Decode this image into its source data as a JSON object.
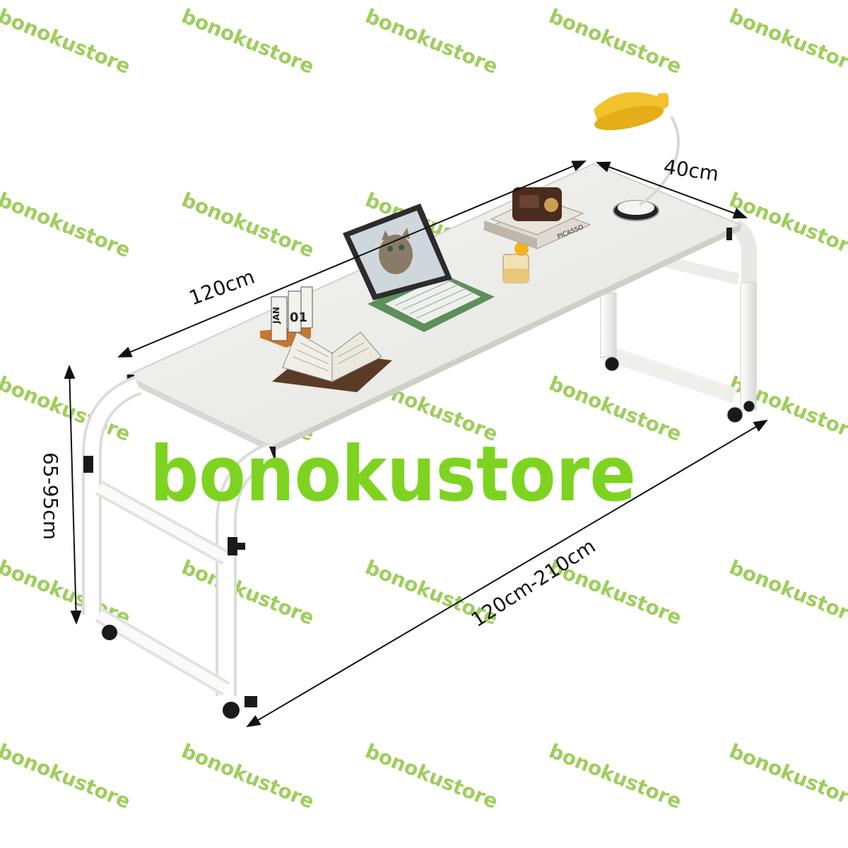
{
  "brand_watermark": "bonokustore",
  "watermark_tile": "bonokustore",
  "dimensions": {
    "depth": "40cm",
    "top_length": "120cm",
    "height": "65-95cm",
    "extended_length": "120cm-210cm"
  },
  "props": {
    "calendar_month": "JAN",
    "calendar_day": "01",
    "book_spine": "PICASSO"
  },
  "colors": {
    "watermark_green": "#8cc63f",
    "brand_green": "#7ed321",
    "lamp_yellow": "#f2c12e",
    "tablet_case": "#5e8f5a",
    "frame_white": "#f7f7f5"
  },
  "product": "overbed table with adjustable height and width on casters"
}
